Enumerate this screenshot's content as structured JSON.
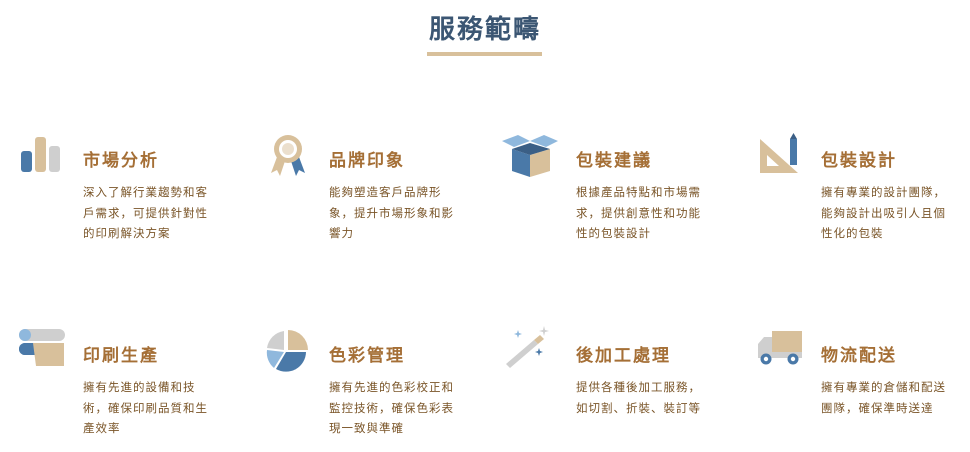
{
  "page": {
    "title": "服務範疇"
  },
  "colors": {
    "title": "#3b5673",
    "accent": "#d8c09b",
    "card_title": "#a56f36",
    "text": "#7a5528",
    "blue": "#4a79a8",
    "light_blue": "#8fb8dd",
    "tan": "#d8c09b",
    "gray": "#cfcfcf"
  },
  "services": [
    {
      "icon": "bar-chart-icon",
      "title": "市場分析",
      "lines": [
        "深入了解行業趨勢和客",
        "戶需求，可提供針對性",
        "的印刷解決方案"
      ]
    },
    {
      "icon": "award-ribbon-icon",
      "title": "品牌印象",
      "lines": [
        "能夠塑造客戶品牌形",
        "象，提升市場形象和影",
        "響力"
      ]
    },
    {
      "icon": "open-box-icon",
      "title": "包裝建議",
      "lines": [
        "根據產品特點和市場需",
        "求，提供創意性和功能",
        "性的包裝設計"
      ]
    },
    {
      "icon": "ruler-pencil-icon",
      "title": "包裝設計",
      "lines": [
        "擁有專業的設計團隊，",
        "能夠設計出吸引人且個",
        "性化的包裝"
      ]
    },
    {
      "icon": "paper-rolls-icon",
      "title": "印刷生產",
      "lines": [
        "擁有先進的設備和技",
        "術，確保印刷品質和生",
        "產效率"
      ]
    },
    {
      "icon": "pie-chart-icon",
      "title": "色彩管理",
      "lines": [
        "擁有先進的色彩校正和",
        "監控技術，確保色彩表",
        "現一致與準確"
      ]
    },
    {
      "icon": "magic-wand-icon",
      "title": "後加工處理",
      "lines": [
        "提供各種後加工服務，",
        "如切割、折裝、裝訂等"
      ]
    },
    {
      "icon": "delivery-truck-icon",
      "title": "物流配送",
      "lines": [
        "擁有專業的倉儲和配送",
        "團隊，確保準時送達"
      ]
    }
  ]
}
